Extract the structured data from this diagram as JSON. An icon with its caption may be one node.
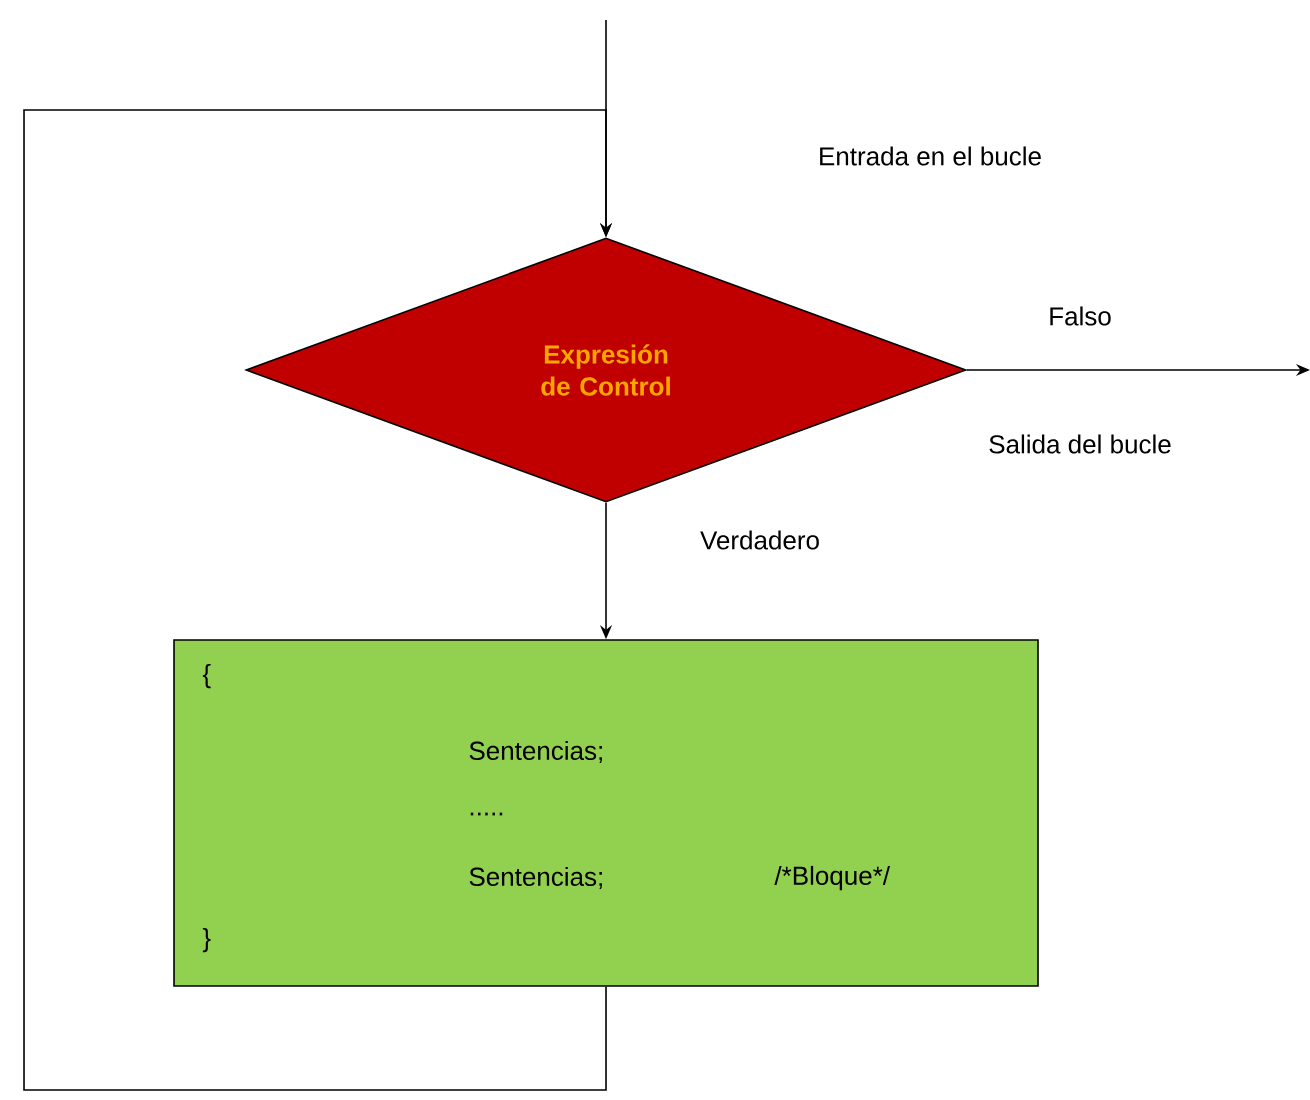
{
  "diagram": {
    "nodes": [
      {
        "text": [
          "Expresión de Control"
        ]
      },
      {
        "text": [
          "{",
          "Sentencias;",
          ".....",
          "Sentencias;",
          "/*Bloque*/",
          "}"
        ]
      }
    ],
    "edges": [
      {
        "from": null,
        "to": 0,
        "arrow": "to"
      },
      {
        "from": 0,
        "to": null,
        "arrow": "to",
        "label": "Falso"
      },
      {
        "from": 0,
        "to": 1,
        "arrow": "to",
        "label": "Verdadero"
      },
      {
        "from": 1,
        "to": 0,
        "arrow": "to"
      }
    ],
    "labels": [
      "Entrada en el bucle",
      "Salida del bucle"
    ]
  }
}
